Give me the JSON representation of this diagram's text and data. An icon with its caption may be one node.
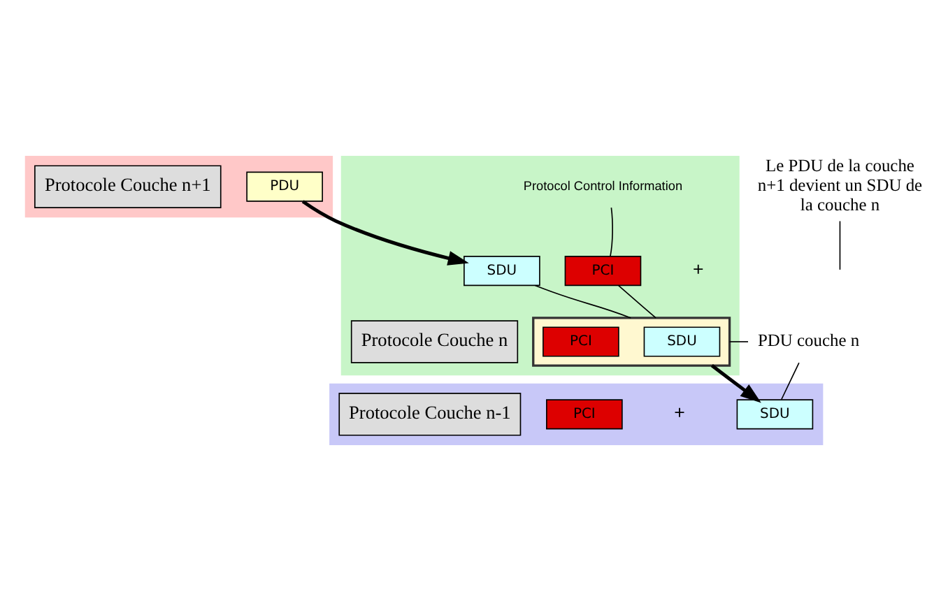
{
  "diagram": {
    "nodes": [
      {
        "text": [],
        "shape": "band"
      },
      {
        "text": [
          "Protocole Couche n+1"
        ],
        "in": 0
      },
      {
        "text": [
          "PDU"
        ],
        "in": 0
      },
      {
        "text": [],
        "shape": "band"
      },
      {
        "text": [
          "Protocole Couche n"
        ],
        "in": 3
      },
      {
        "text": [
          "PCI"
        ],
        "in": 3
      },
      {
        "text": [
          "SDU"
        ],
        "in": 3
      },
      {
        "text": [],
        "shape": "box",
        "in": 3
      },
      {
        "text": [
          "PCI"
        ],
        "in": 7
      },
      {
        "text": [
          "SDU"
        ],
        "in": 7
      },
      {
        "text": [],
        "shape": "band"
      },
      {
        "text": [
          "Protocole Couche n-1"
        ],
        "in": 10
      },
      {
        "text": [
          "PCI"
        ],
        "in": 10
      },
      {
        "text": [
          "SDU"
        ],
        "in": 10
      },
      {
        "text": [
          "Protocol Control Information"
        ],
        "in": 3
      },
      {
        "text": [
          "Le PDU de la couche n+1 devient un SDU de la couche n"
        ]
      },
      {
        "text": [
          "PDU couche n"
        ]
      }
    ],
    "edges": [
      {
        "from": 2,
        "to": 6,
        "arrow": "to",
        "style": "thick"
      },
      {
        "from": 5,
        "to": 7,
        "arrow": "none"
      },
      {
        "from": 6,
        "to": 7,
        "arrow": "none"
      },
      {
        "from": 7,
        "to": 13,
        "arrow": "to",
        "style": "thick"
      },
      {
        "from": 14,
        "to": 5,
        "arrow": "none"
      },
      {
        "from": 15,
        "to": null,
        "arrow": "none"
      },
      {
        "from": 16,
        "to": 7,
        "arrow": "none"
      },
      {
        "from": 16,
        "to": 13,
        "arrow": "none"
      }
    ],
    "labels": [
      "+",
      "+"
    ]
  }
}
